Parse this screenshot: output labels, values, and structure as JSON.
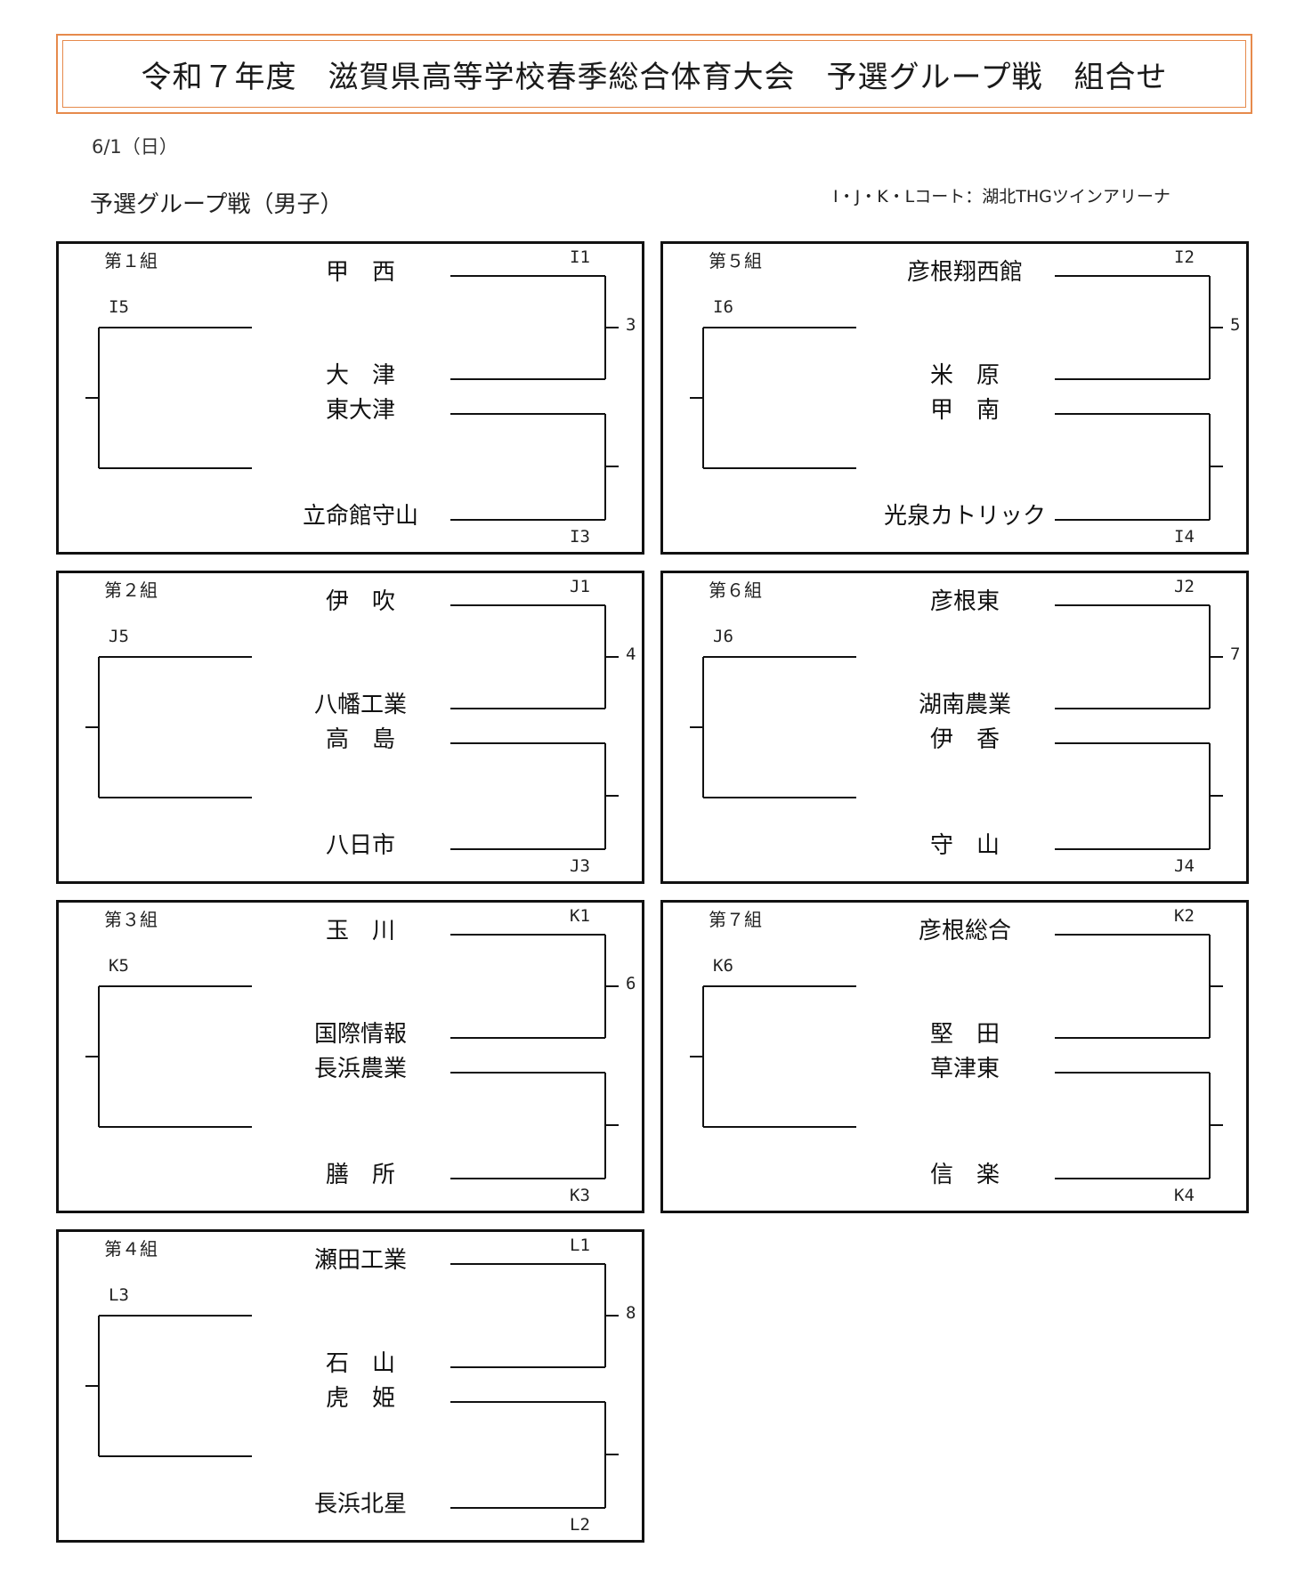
{
  "title": "令和７年度　滋賀県高等学校春季総合体育大会　予選グループ戦　組合せ",
  "date": "6/1（日）",
  "section_heading": "予選グループ戦（男子）",
  "venue": "I・J・K・Lコート：湖北THGツインアリーナ",
  "colors": {
    "title_border": "#e68a4c",
    "line": "#111111"
  },
  "groups": [
    {
      "label": "第１組",
      "teams": [
        "甲　西",
        "大　津",
        "東大津",
        "立命館守山"
      ],
      "top_code": "I1",
      "bottom_code": "I3",
      "final_code": "I5",
      "upper_match": "3",
      "lower_match": ""
    },
    {
      "label": "第２組",
      "teams": [
        "伊　吹",
        "八幡工業",
        "高　島",
        "八日市"
      ],
      "top_code": "J1",
      "bottom_code": "J3",
      "final_code": "J5",
      "upper_match": "4",
      "lower_match": ""
    },
    {
      "label": "第３組",
      "teams": [
        "玉　川",
        "国際情報",
        "長浜農業",
        "膳　所"
      ],
      "top_code": "K1",
      "bottom_code": "K3",
      "final_code": "K5",
      "upper_match": "6",
      "lower_match": ""
    },
    {
      "label": "第４組",
      "teams": [
        "瀬田工業",
        "石　山",
        "虎　姫",
        "長浜北星"
      ],
      "top_code": "L1",
      "bottom_code": "L2",
      "final_code": "L3",
      "upper_match": "8",
      "lower_match": ""
    },
    {
      "label": "第５組",
      "teams": [
        "彦根翔西館",
        "米　原",
        "甲　南",
        "光泉カトリック"
      ],
      "top_code": "I2",
      "bottom_code": "I4",
      "final_code": "I6",
      "upper_match": "5",
      "lower_match": ""
    },
    {
      "label": "第６組",
      "teams": [
        "彦根東",
        "湖南農業",
        "伊　香",
        "守　山"
      ],
      "top_code": "J2",
      "bottom_code": "J4",
      "final_code": "J6",
      "upper_match": "7",
      "lower_match": ""
    },
    {
      "label": "第７組",
      "teams": [
        "彦根総合",
        "堅　田",
        "草津東",
        "信　楽"
      ],
      "top_code": "K2",
      "bottom_code": "K4",
      "final_code": "K6",
      "upper_match": "",
      "lower_match": ""
    }
  ]
}
